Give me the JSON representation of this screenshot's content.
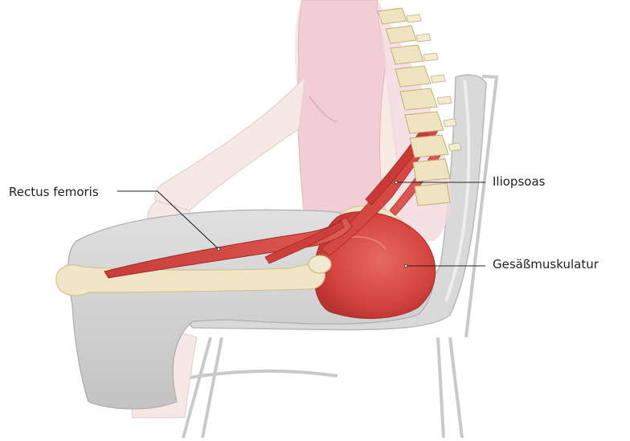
{
  "labels": {
    "rectus_femoris": "Rectus femoris",
    "iliopsoas": "Iliopsoas",
    "gluteal_muscles": "Gesäßmuskulatur"
  },
  "colors": {
    "muscle": "#d84a45",
    "muscle_dark": "#b8322f",
    "bone": "#efe4c0",
    "skin": "#f6e6e1",
    "shirt": "#f1cdd6",
    "pants": "#cfcfcf",
    "chair_shell": "#dadada",
    "leader_line": "#222222"
  }
}
